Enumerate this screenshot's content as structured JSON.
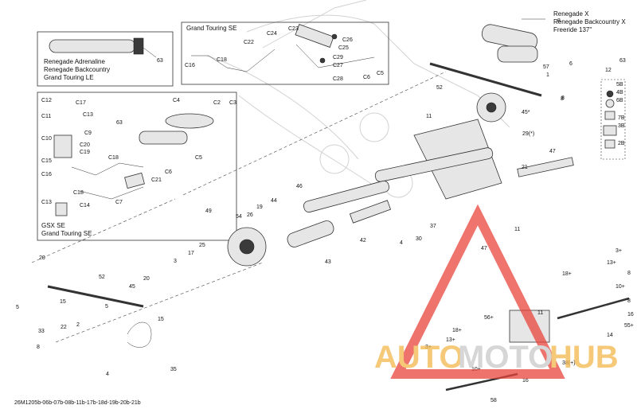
{
  "inset_top_left": {
    "lines": [
      "Renegade Adrenaline",
      "Renegade Backcountry",
      "Grand Touring LE"
    ],
    "part": "63"
  },
  "inset_top_center": {
    "title": "Grand Touring  SE",
    "labels": [
      "C16",
      "C18",
      "C22",
      "C24",
      "C23",
      "C26",
      "C25",
      "C29",
      "C27",
      "C28",
      "C6",
      "C5"
    ]
  },
  "inset_top_right": {
    "lines": [
      "Renegade X",
      "Renegade Backcountry X",
      "Freeride 137''"
    ]
  },
  "inset_left": {
    "footer": [
      "GSX  SE",
      "Grand Touring SE"
    ],
    "labels": [
      "C12",
      "C17",
      "C11",
      "C13",
      "C9",
      "C10",
      "C20",
      "C19",
      "C15",
      "C16",
      "C18",
      "C13",
      "C14",
      "C4",
      "C2",
      "C3",
      "63",
      "C18",
      "C5",
      "C6",
      "C21",
      "C7"
    ]
  },
  "stack": [
    "5B",
    "4B",
    "6B",
    "7B",
    "3B",
    "2B"
  ],
  "parts": [
    "8",
    "6",
    "12",
    "63",
    "57",
    "1",
    "8",
    "52",
    "8",
    "45*",
    "11",
    "29(*)",
    "47",
    "21",
    "46",
    "44",
    "19",
    "26",
    "49",
    "54",
    "25",
    "17",
    "3",
    "42",
    "30",
    "4",
    "37",
    "11",
    "47",
    "43",
    "20",
    "52",
    "45",
    "20",
    "5",
    "15",
    "15",
    "5",
    "33",
    "22",
    "2",
    "8",
    "4",
    "35",
    "11",
    "56+",
    "18+",
    "13+",
    "3+",
    "10+",
    "16",
    "58",
    "14",
    "55+",
    "8",
    "3+",
    "13+",
    "18+",
    "10+",
    "8",
    "16",
    "38(+)"
  ],
  "footer_code": "26M1205b-06b-07b-08b-11b-17b-18d-19b-20b-21b",
  "watermark": {
    "left": "AUTO",
    "middle": "MOTO",
    "right": "HUB",
    "colors": {
      "orange": "#f2b84b",
      "red": "#e8453c",
      "gray": "#c9c9c9"
    }
  }
}
